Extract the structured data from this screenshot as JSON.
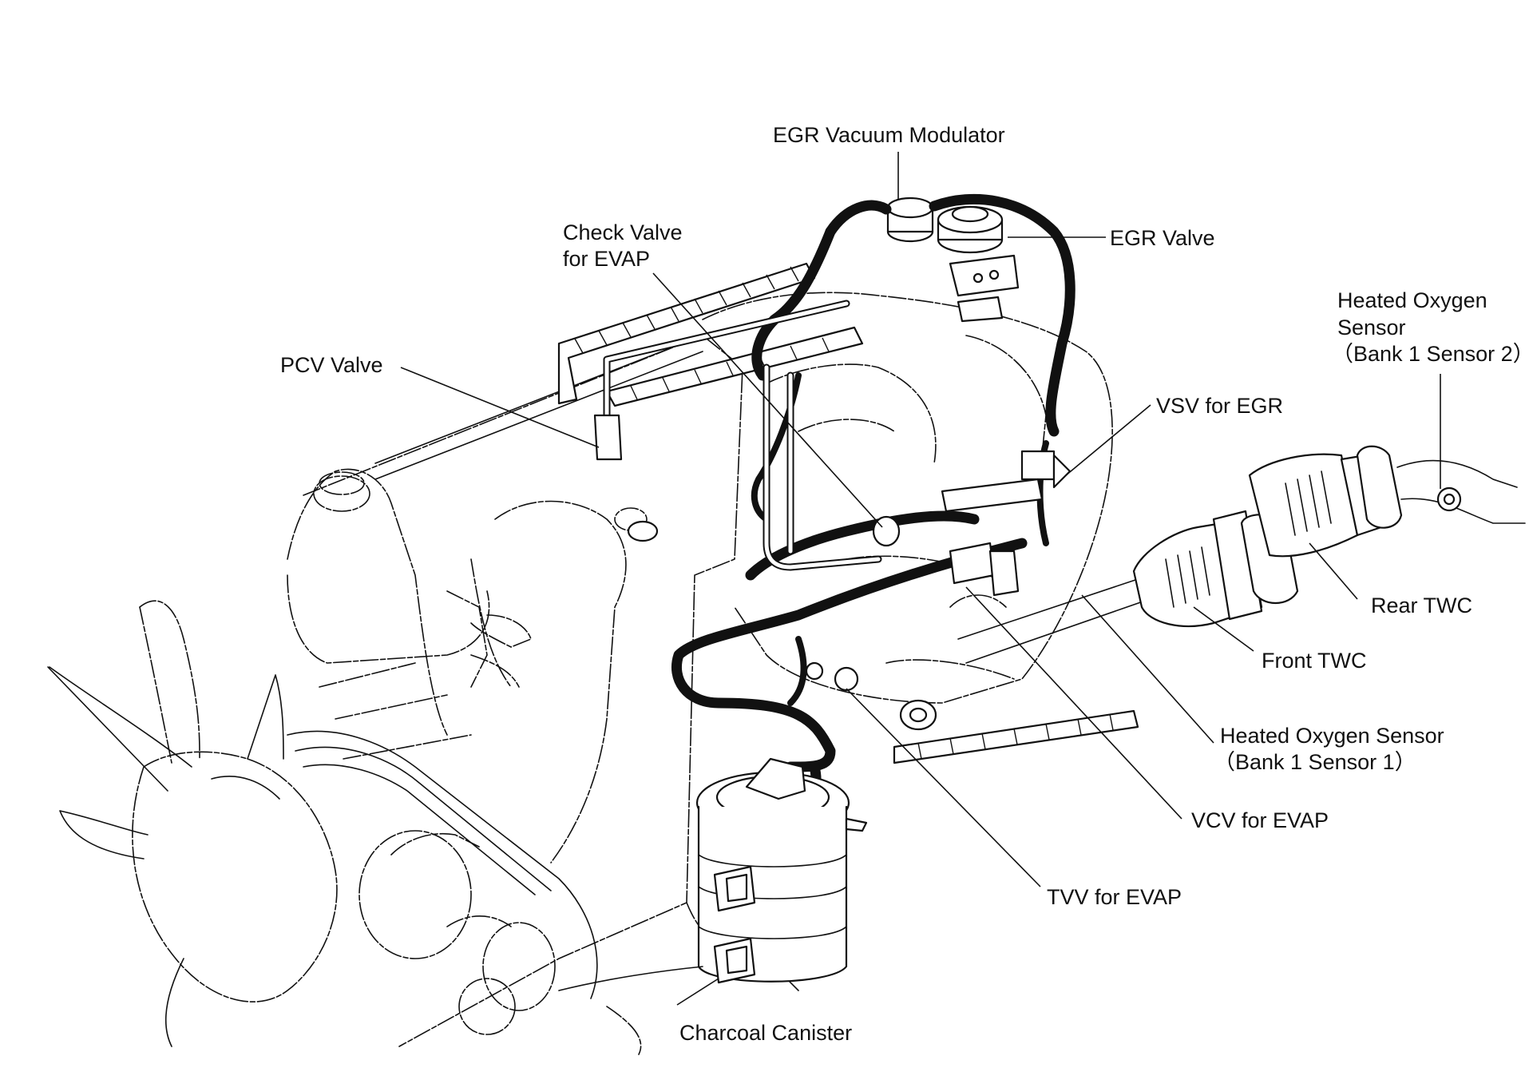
{
  "diagram": {
    "subject": "Engine emission control component locations",
    "labels": {
      "egr_vacuum_modulator": "EGR Vacuum Modulator",
      "egr_valve": "EGR Valve",
      "check_valve_line1": "Check Valve",
      "check_valve_line2": "for EVAP",
      "pcv_valve": "PCV Valve",
      "ho2s_b1s2_line1": "Heated Oxygen",
      "ho2s_b1s2_line2": "Sensor",
      "ho2s_b1s2_line3": "（Bank 1 Sensor 2）",
      "vsv_egr": "VSV for EGR",
      "rear_twc": "Rear TWC",
      "front_twc": "Front TWC",
      "ho2s_b1s1_line1": "Heated Oxygen Sensor",
      "ho2s_b1s1_line2": "（Bank 1 Sensor 1）",
      "vcv_evap": "VCV for EVAP",
      "tvv_evap": "TVV for EVAP",
      "charcoal_canister": "Charcoal Canister"
    }
  }
}
